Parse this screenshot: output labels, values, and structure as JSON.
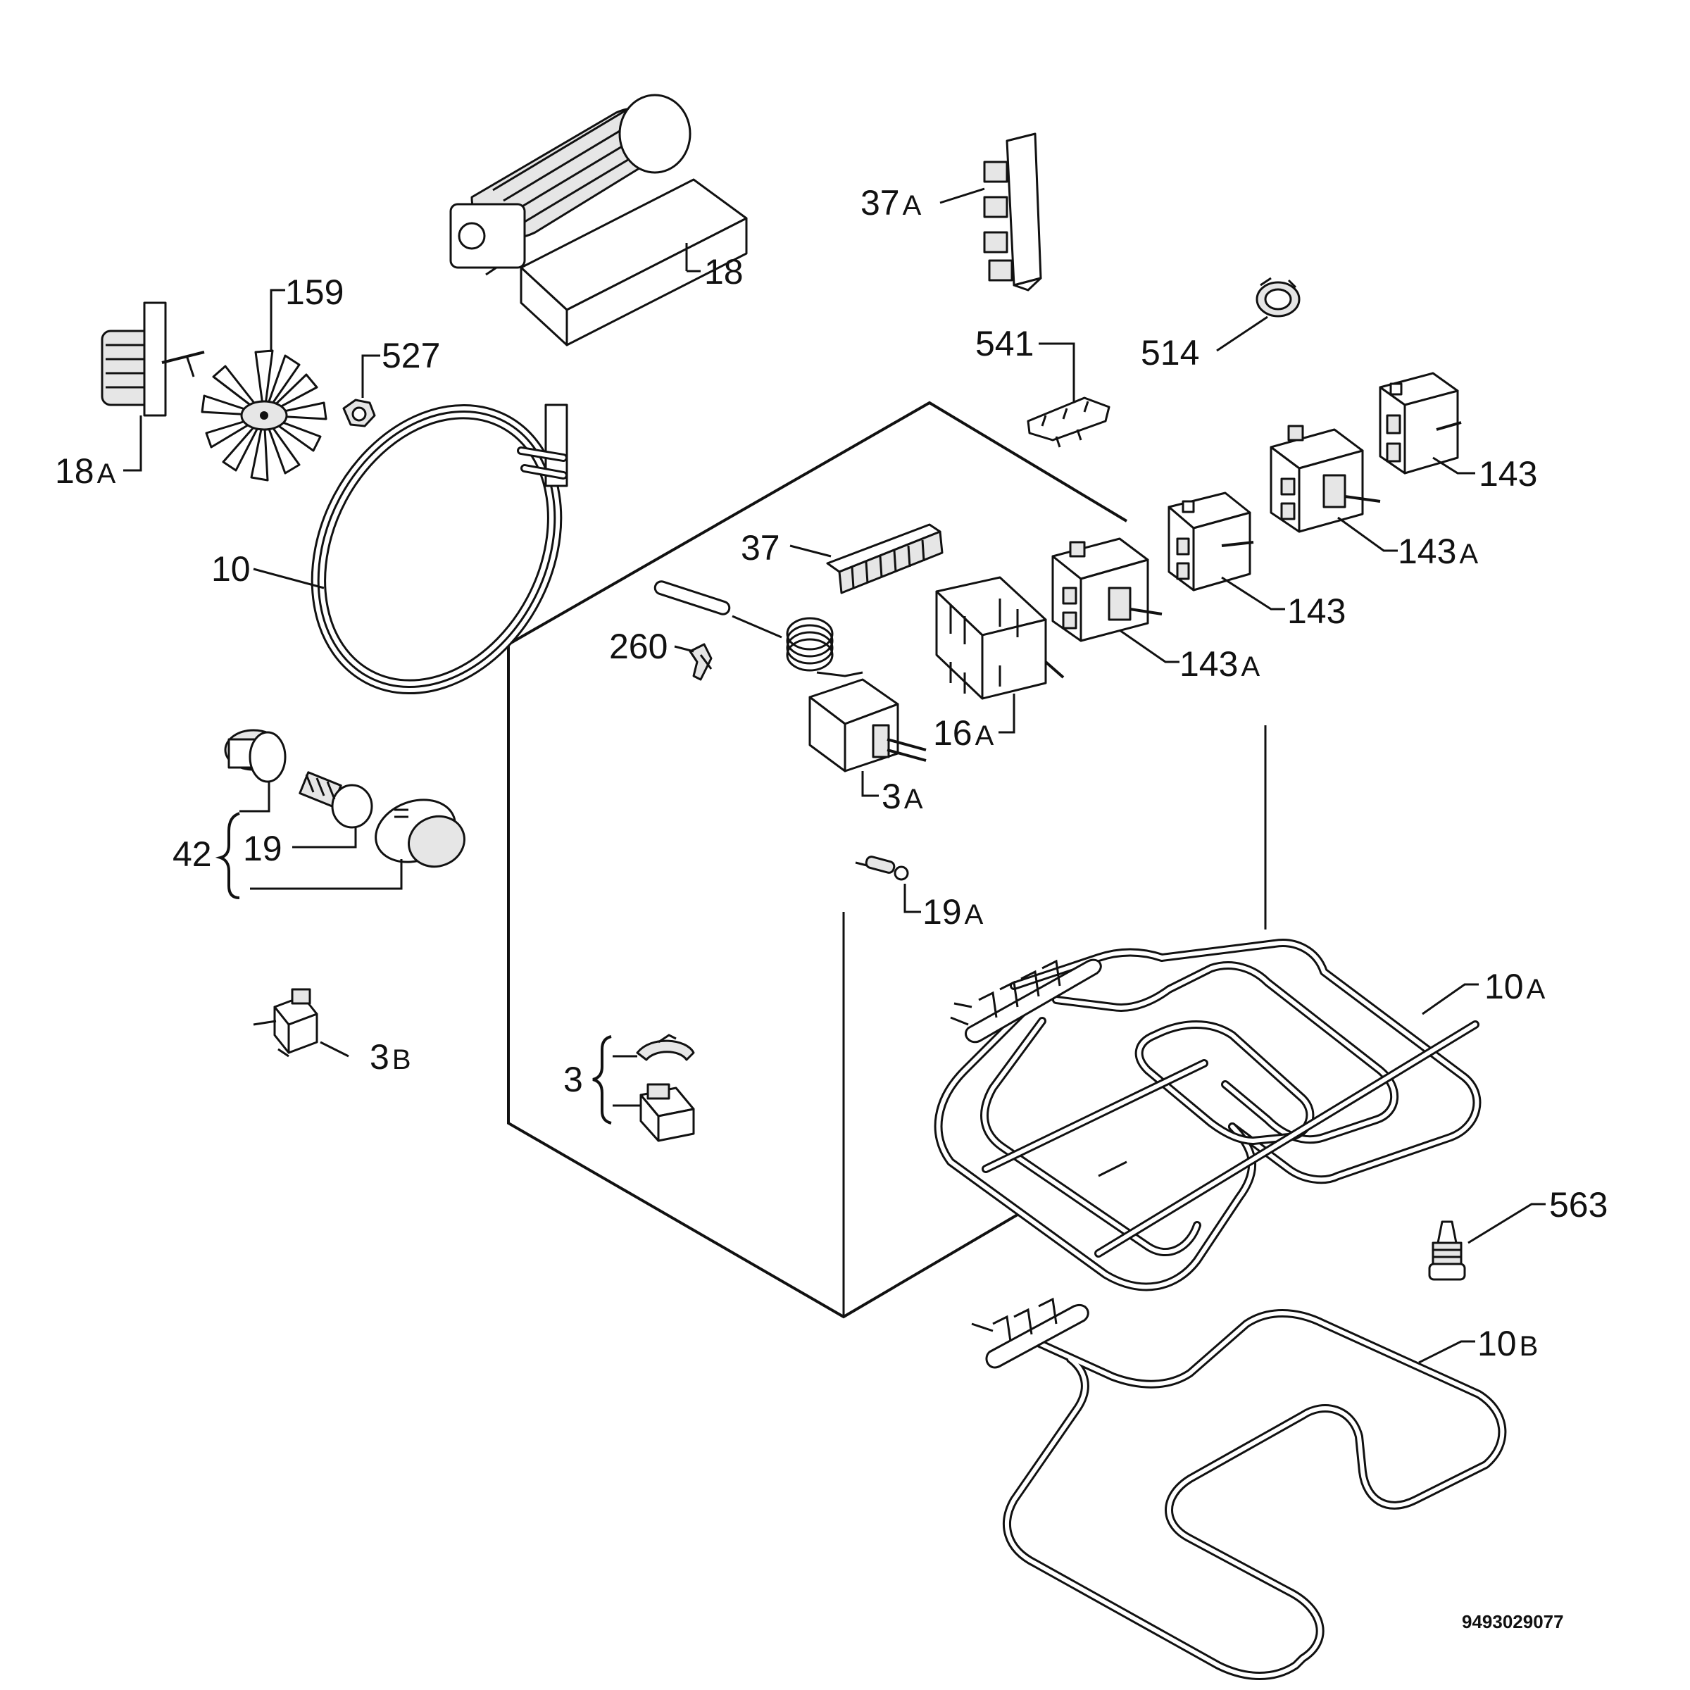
{
  "labels": {
    "l18": "18",
    "l18a_num": "18",
    "l18a_suf": "A",
    "l159": "159",
    "l527": "527",
    "l10": "10",
    "l37a_num": "37",
    "l37a_suf": "A",
    "l541": "541",
    "l514": "514",
    "l143_a": "143",
    "l143a_a_num": "143",
    "l143a_a_suf": "A",
    "l37": "37",
    "l143_b": "143",
    "l260": "260",
    "l143a_b_num": "143",
    "l143a_b_suf": "A",
    "l16a_num": "16",
    "l16a_suf": "A",
    "l3a_num": "3",
    "l3a_suf": "A",
    "l42": "42",
    "l19": "19",
    "l19a_num": "19",
    "l19a_suf": "A",
    "l10a_num": "10",
    "l10a_suf": "A",
    "l3b_num": "3",
    "l3b_suf": "B",
    "l3": "3",
    "l563": "563",
    "l10b_num": "10",
    "l10b_suf": "B"
  },
  "document_number": "9493029077"
}
